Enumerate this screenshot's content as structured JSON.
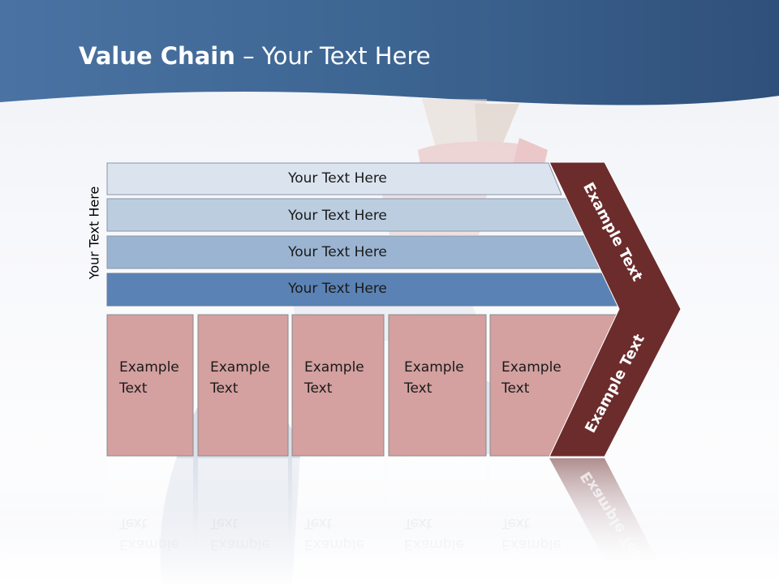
{
  "slide": {
    "title_bold": "Value Chain",
    "title_rest": " – Your Text Here",
    "side_label": "Your Text Here"
  },
  "bars": [
    {
      "label": "Your Text Here"
    },
    {
      "label": "Your Text Here"
    },
    {
      "label": "Your Text Here"
    },
    {
      "label": "Your Text Here"
    }
  ],
  "boxes": [
    {
      "line1": "Example",
      "line2": "Text"
    },
    {
      "line1": "Example",
      "line2": "Text"
    },
    {
      "line1": "Example",
      "line2": "Text"
    },
    {
      "line1": "Example",
      "line2": "Text"
    },
    {
      "line1": "Example",
      "line2": "Text"
    }
  ],
  "chevron": {
    "upper_label": "Example Text",
    "lower_label": "Example Text"
  },
  "colors": {
    "header_blue": "#3f6896",
    "bar_1": "#dbe4ee",
    "bar_2": "#bccde0",
    "bar_3": "#9bb4d1",
    "bar_4": "#5b82b4",
    "box_fill": "#d4a0a0",
    "chevron": "#6c2c2c"
  }
}
